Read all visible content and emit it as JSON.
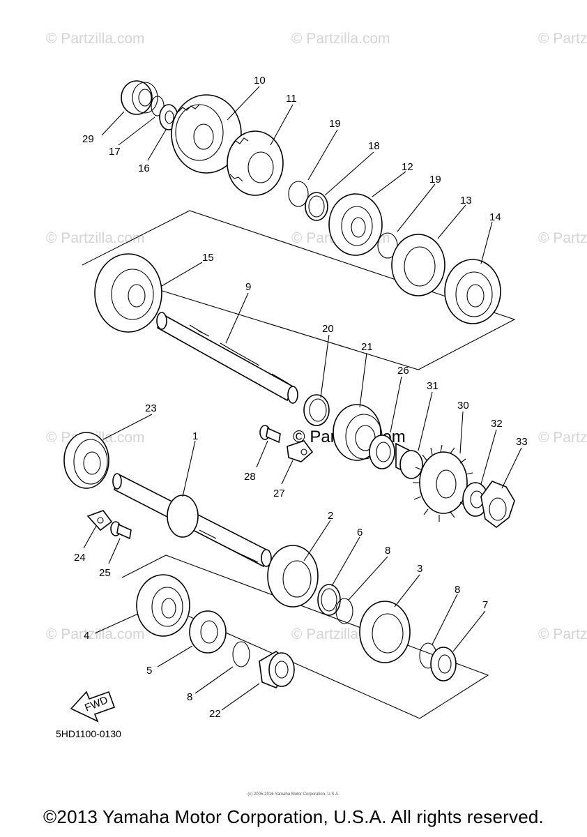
{
  "watermark": "© Partzilla.com",
  "diagram_code": "5HD1100-0130",
  "fwd_label": "FWD",
  "copyright": "©2013 Yamaha Motor Corporation, U.S.A. All rights reserved.",
  "tiny_notice": "(c) 2005-2016 Yamaha Motor Corporation, U.S.A.",
  "callouts": {
    "p1": "1",
    "p2": "2",
    "p3": "3",
    "p4": "4",
    "p5": "5",
    "p6": "6",
    "p7": "7",
    "p8a": "8",
    "p8b": "8",
    "p8c": "8",
    "p9": "9",
    "p10": "10",
    "p11": "11",
    "p12": "12",
    "p13": "13",
    "p14": "14",
    "p15": "15",
    "p16": "16",
    "p17": "17",
    "p18": "18",
    "p19a": "19",
    "p19b": "19",
    "p20": "20",
    "p21": "21",
    "p22": "22",
    "p23": "23",
    "p24": "24",
    "p25": "25",
    "p26": "26",
    "p27": "27",
    "p28": "28",
    "p29": "29",
    "p30": "30",
    "p31": "31",
    "p32": "32",
    "p33": "33"
  }
}
